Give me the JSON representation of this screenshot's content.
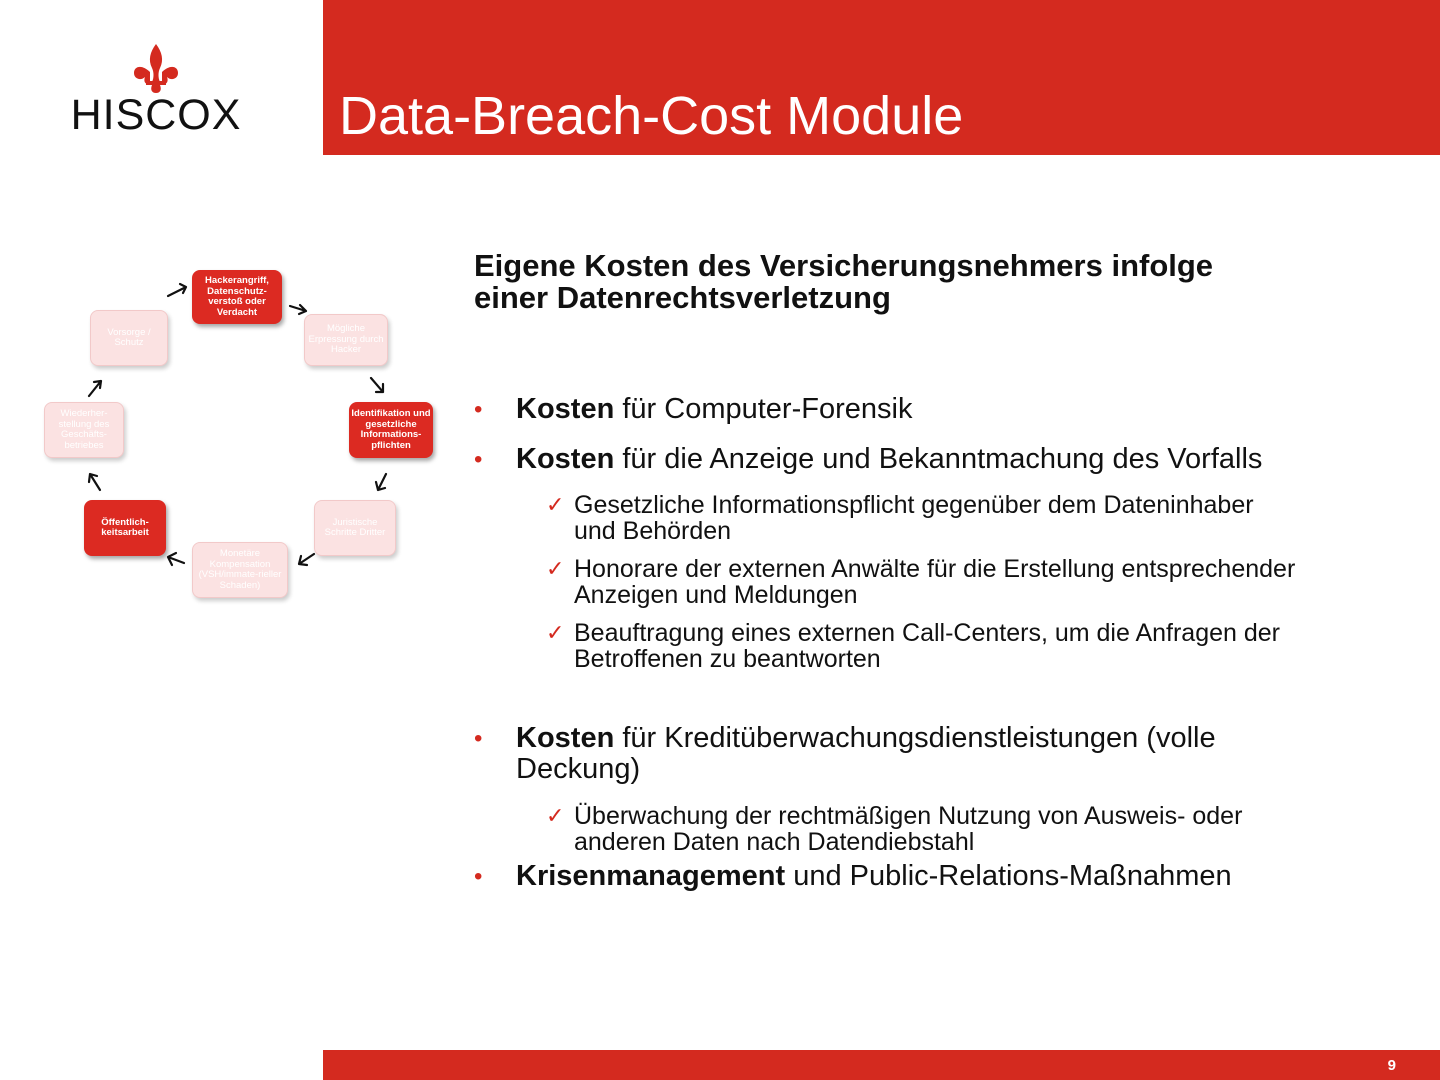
{
  "header": {
    "title": "Data-Breach-Cost Module",
    "logo_text": "HISCOX"
  },
  "diagram": {
    "nodes": [
      {
        "id": "hackerangriff",
        "label": "Hackerangriff, Datenschutz-verstoß oder Verdacht",
        "state": "active"
      },
      {
        "id": "erpressung",
        "label": "Mögliche Erpressung durch Hacker",
        "state": "faded"
      },
      {
        "id": "identifikation",
        "label": "Identifikation und gesetzliche Informations-pflichten",
        "state": "active"
      },
      {
        "id": "juristische",
        "label": "Juristische Schritte Dritter",
        "state": "faded"
      },
      {
        "id": "kompensation",
        "label": "Monetäre Kompensation (VSH/immate-rieller Schaden)",
        "state": "faded"
      },
      {
        "id": "oeffentlichkeit",
        "label": "Öffentlich-keitsarbeit",
        "state": "active"
      },
      {
        "id": "wiederherstellung",
        "label": "Wiederher-stellung des Geschäfts-betriebes",
        "state": "faded"
      },
      {
        "id": "vorsorge",
        "label": "Vorsorge / Schutz",
        "state": "faded"
      }
    ]
  },
  "content": {
    "heading_line1": "Eigene Kosten des Versicherungsnehmers infolge",
    "heading_line2": "einer Datenrechtsverletzung",
    "bullet1_bold": "Kosten",
    "bullet1_text": " für Computer-Forensik",
    "bullet2_bold": "Kosten",
    "bullet2_text": " für die Anzeige und Bekanntmachung des Vorfalls",
    "sub2_1_line1": "Gesetzliche Informationspflicht gegenüber dem Dateninhaber",
    "sub2_1_line2": "und Behörden",
    "sub2_2_line1": "Honorare der externen Anwälte für die Erstellung entsprechender",
    "sub2_2_line2": "Anzeigen und Meldungen",
    "sub2_3_line1": "Beauftragung eines externen Call-Centers, um die Anfragen der",
    "sub2_3_line2": "Betroffenen zu beantworten",
    "bullet3_bold": "Kosten",
    "bullet3_line1": " für Kreditüberwachungsdienstleistungen (volle",
    "bullet3_line2": "Deckung)",
    "sub3_1_line1": "Überwachung der rechtmäßigen Nutzung von Ausweis- oder",
    "sub3_1_line2": "anderen Daten nach Datendiebstahl",
    "bullet4_bold": "Krisenmanagement",
    "bullet4_text": " und Public-Relations-Maßnahmen",
    "check_icon": "✓"
  },
  "footer": {
    "page_number": "9"
  },
  "colors": {
    "brand_red": "#d42a1f",
    "faded_node": "#fbe2e2"
  }
}
